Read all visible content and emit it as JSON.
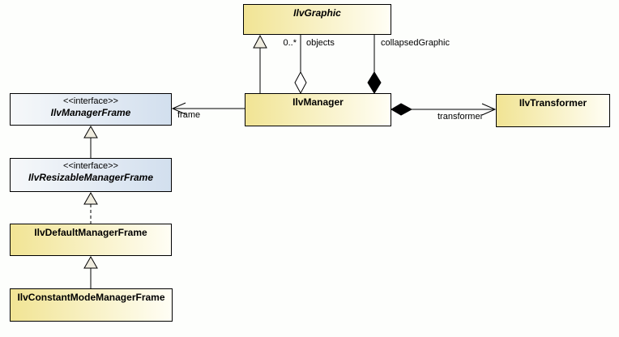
{
  "diagram": {
    "type": "uml-class-diagram",
    "background": "#fdfefc",
    "colors": {
      "class_gradient_start": "#f1e494",
      "class_gradient_end": "#fffef5",
      "interface_gradient_start": "#f6f8fa",
      "interface_gradient_end": "#d2dfee",
      "border": "#000000",
      "triangle_fill": "#efecdf"
    }
  },
  "classes": [
    {
      "name": "IlvGraphic",
      "stereotype": "",
      "kind": "abstract class"
    },
    {
      "name": "IlvManager",
      "stereotype": "",
      "kind": "class"
    },
    {
      "name": "IlvTransformer",
      "stereotype": "",
      "kind": "class"
    },
    {
      "name": "IlvManagerFrame",
      "stereotype": "<<interface>>",
      "kind": "interface"
    },
    {
      "name": "IlvResizableManagerFrame",
      "stereotype": "<<interface>>",
      "kind": "interface"
    },
    {
      "name": "IlvDefaultManagerFrame",
      "stereotype": "",
      "kind": "class"
    },
    {
      "name": "IlvConstantModeManagerFrame",
      "stereotype": "",
      "kind": "class"
    }
  ],
  "edge_labels": {
    "objects_multiplicity": "0..*",
    "objects_role": "objects",
    "collapsed_graphic_role": "collapsedGraphic",
    "frame_role": "frame",
    "transformer_role": "transformer"
  },
  "relationships": [
    {
      "from": "IlvManager",
      "to": "IlvGraphic",
      "type": "generalization",
      "label": ""
    },
    {
      "from": "IlvManager",
      "to": "IlvGraphic",
      "type": "aggregation",
      "label": "objects",
      "multiplicity": "0..*"
    },
    {
      "from": "IlvManager",
      "to": "IlvGraphic",
      "type": "composition",
      "label": "collapsedGraphic",
      "multiplicity": ""
    },
    {
      "from": "IlvManager",
      "to": "IlvManagerFrame",
      "type": "association",
      "label": "frame",
      "multiplicity": ""
    },
    {
      "from": "IlvManager",
      "to": "IlvTransformer",
      "type": "composition",
      "label": "transformer",
      "multiplicity": ""
    },
    {
      "from": "IlvResizableManagerFrame",
      "to": "IlvManagerFrame",
      "type": "generalization",
      "label": ""
    },
    {
      "from": "IlvDefaultManagerFrame",
      "to": "IlvResizableManagerFrame",
      "type": "realization",
      "label": ""
    },
    {
      "from": "IlvConstantModeManagerFrame",
      "to": "IlvDefaultManagerFrame",
      "type": "generalization",
      "label": ""
    }
  ]
}
